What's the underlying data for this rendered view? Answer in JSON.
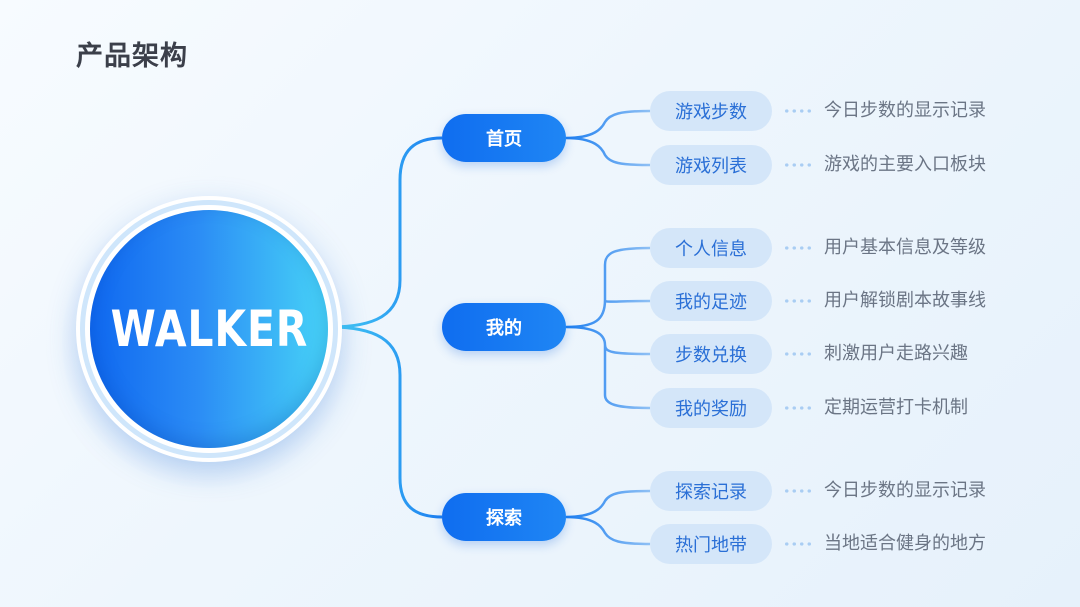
{
  "title": "产品架构",
  "center": "WALKER",
  "branches": [
    {
      "label": "首页",
      "items": [
        {
          "label": "游戏步数",
          "desc": "今日步数的显示记录"
        },
        {
          "label": "游戏列表",
          "desc": "游戏的主要入口板块"
        }
      ]
    },
    {
      "label": "我的",
      "items": [
        {
          "label": "个人信息",
          "desc": "用户基本信息及等级"
        },
        {
          "label": "我的足迹",
          "desc": "用户解锁剧本故事线"
        },
        {
          "label": "步数兑换",
          "desc": "刺激用户走路兴趣"
        },
        {
          "label": "我的奖励",
          "desc": "定期运营打卡机制"
        }
      ]
    },
    {
      "label": "探索",
      "items": [
        {
          "label": "探索记录",
          "desc": "今日步数的显示记录"
        },
        {
          "label": "热门地带",
          "desc": "当地适合健身的地方"
        }
      ]
    }
  ],
  "colors": {
    "primary": "#0f6df0",
    "accent": "#47d3f7",
    "chip_bg": "#d4e6f9",
    "chip_text": "#2a6fd6",
    "desc_text": "#6b7585",
    "title_text": "#3b3f4a"
  }
}
